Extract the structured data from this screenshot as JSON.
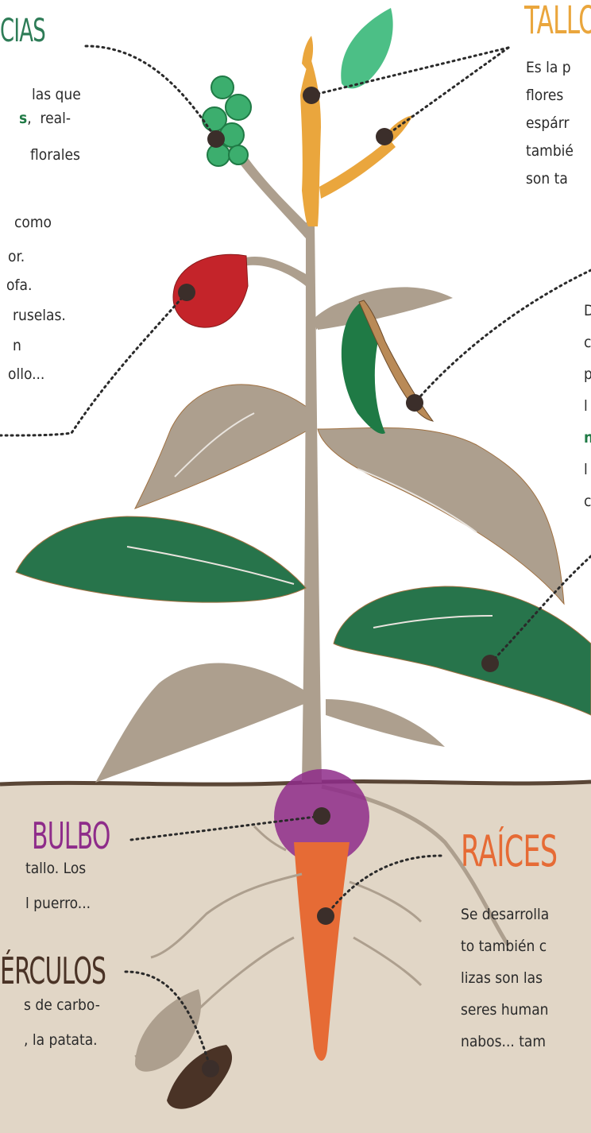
{
  "headings": {
    "inflorescencias": "CIAS",
    "tallos": "TALLO",
    "bulbo": "BULBO",
    "raices": "RAÍCES",
    "tuberculos": "ÉRCULOS"
  },
  "colors": {
    "inflorescencias": "#2e7c57",
    "tallos": "#eaa63d",
    "bulbo": "#8e2c8a",
    "raices": "#e66b35",
    "tuberculos": "#4a3326",
    "stem": "#ad9f8e",
    "leaf_green": "#27744b",
    "ground": "#e1d6c6",
    "soil_line": "#5a4636"
  },
  "texts": {
    "inflorescencias": {
      "line1": "las que",
      "line2_bold": "s",
      "line2_rest": ",  real-",
      "line3": "florales",
      "list": [
        "como",
        "or.",
        "ofa.",
        "ruselas.",
        "n",
        "ollo..."
      ]
    },
    "tallos": [
      "Es la p",
      "flores",
      "espárr",
      "tambié",
      "son ta"
    ],
    "verduras": {
      "letters": [
        "D",
        "c",
        "p",
        "l",
        "",
        "l",
        "c"
      ],
      "bold_letter": "n"
    },
    "bulbo": [
      "tallo. Los",
      "l puerro..."
    ],
    "tuberculos": [
      "s de carbo-",
      ", la patata."
    ],
    "raices": [
      "Se desarrolla",
      "to también c",
      "lizas son las",
      "seres human",
      "nabos... tam"
    ]
  }
}
